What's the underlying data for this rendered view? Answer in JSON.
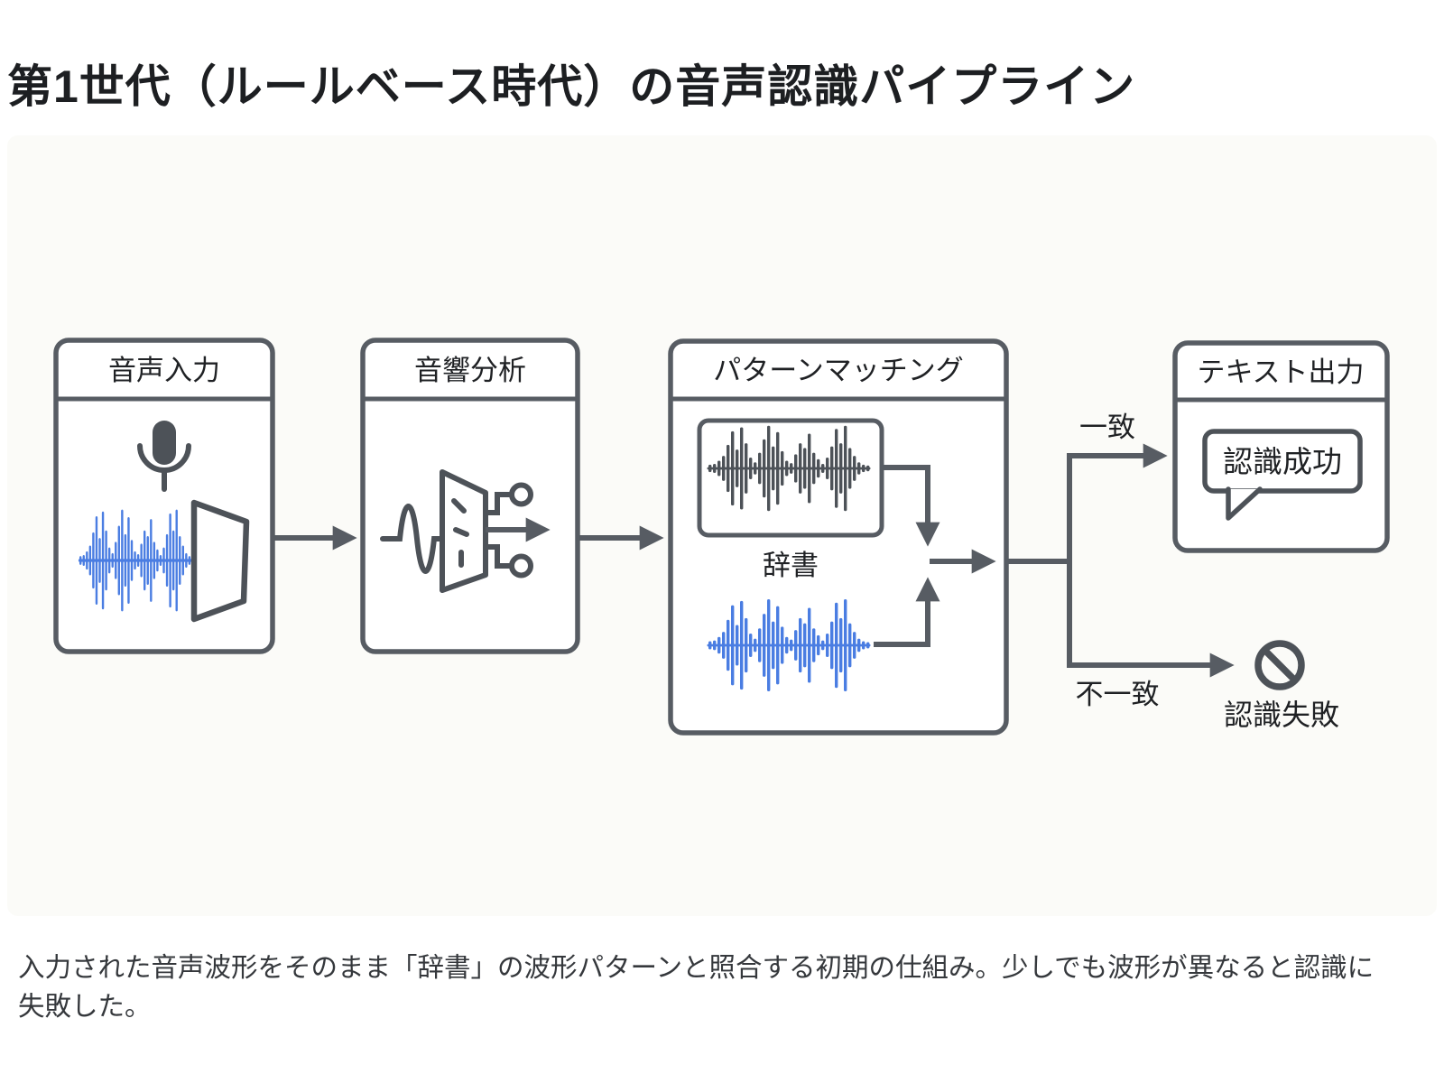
{
  "page": {
    "title": "第1世代（ルールベース時代）の音声認識パイプライン",
    "caption": "入力された音声波形をそのまま「辞書」の波形パターンと照合する初期の仕組み。少しでも波形が異なると認識に失敗した。"
  },
  "colors": {
    "stroke_gray": "#575c63",
    "waveform_blue": "#4a7de2",
    "panel_background": "#fbfbf8",
    "text": "#1f2124"
  },
  "diagram": {
    "stages": [
      {
        "title": "音声入力",
        "icons": [
          "microphone-icon",
          "waveform-blue",
          "funnel-icon"
        ]
      },
      {
        "title": "音響分析",
        "icons": [
          "feature-extraction-icon"
        ]
      },
      {
        "title": "パターンマッチング",
        "dictionary_label": "辞書",
        "icons": [
          "waveform-gray",
          "waveform-blue",
          "compare-junction"
        ]
      },
      {
        "title": "テキスト出力",
        "bubble_text": "認識成功",
        "icons": [
          "speech-bubble-icon"
        ]
      }
    ],
    "branches": {
      "match_label": "一致",
      "mismatch_label": "不一致",
      "failure_label": "認識失敗",
      "failure_icon": "prohibition-icon"
    }
  }
}
